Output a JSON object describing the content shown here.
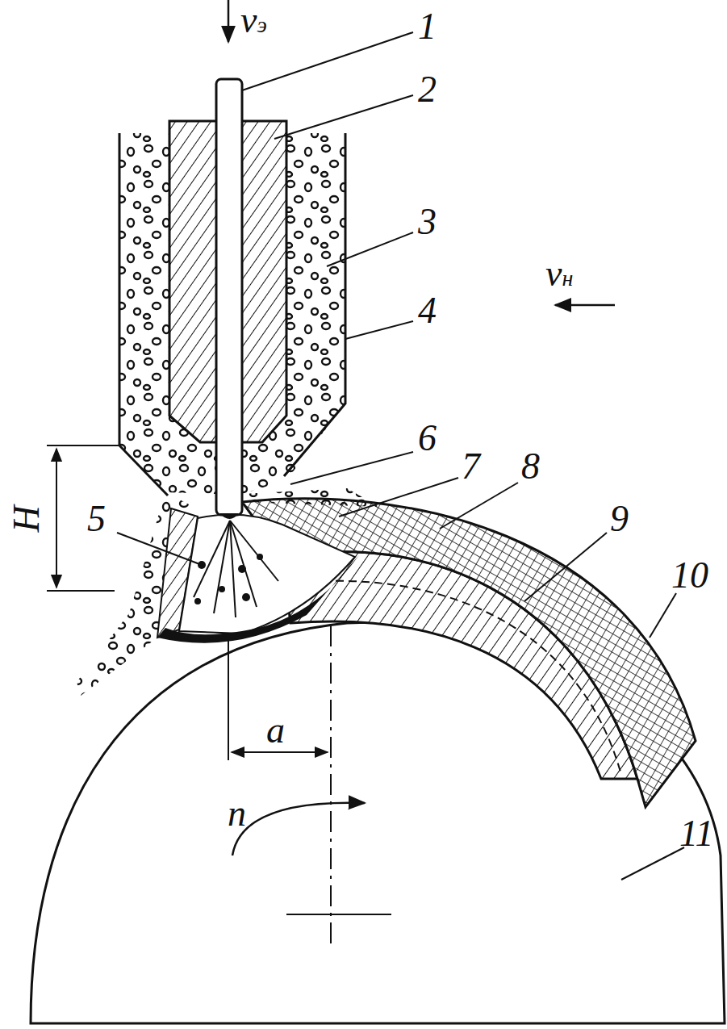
{
  "diagram": {
    "labels": [
      "vэ",
      "1",
      "2",
      "3",
      "vн",
      "4",
      "6",
      "7",
      "8",
      "H",
      "5",
      "9",
      "10",
      "a",
      "n",
      "11"
    ]
  }
}
